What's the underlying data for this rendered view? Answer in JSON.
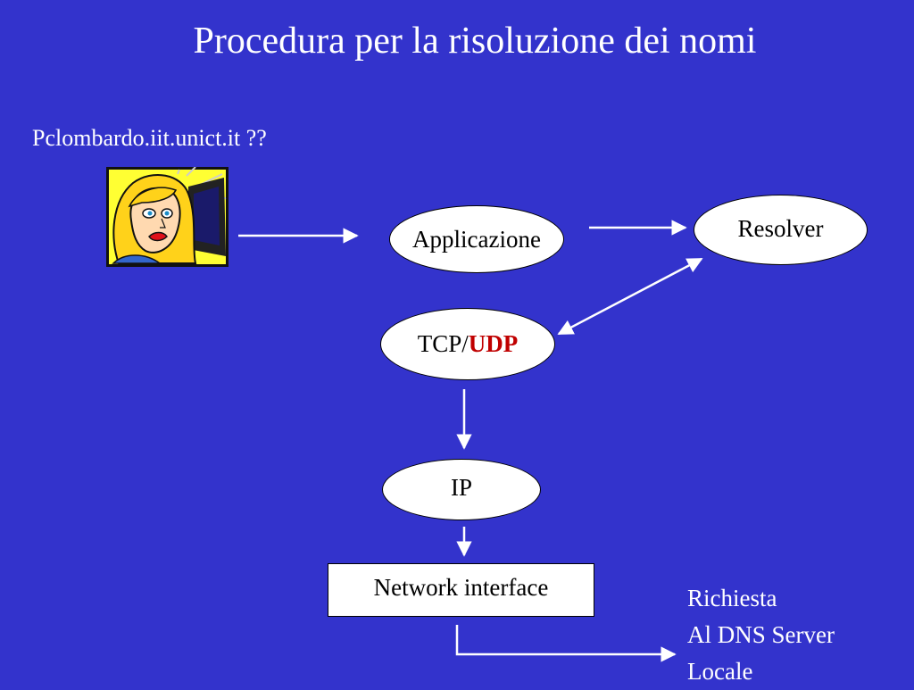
{
  "slide": {
    "title": "Procedura per la risoluzione dei nomi",
    "hostname": "Pclombardo.iit.unict.it ??"
  },
  "diagram": {
    "nodes": {
      "applicazione": "Applicazione",
      "resolver": "Resolver",
      "tcp_prefix": "TCP/",
      "udp": "UDP",
      "ip": "IP",
      "network_interface": "Network interface"
    },
    "request_label": [
      "Richiesta",
      "Al DNS Server",
      "Locale"
    ],
    "colors": {
      "background": "#3333cc",
      "node_fill": "#ffffff",
      "udp_text": "#c00000",
      "arrows": "#ffffff"
    },
    "clipart": "woman-at-computer-illustration"
  }
}
